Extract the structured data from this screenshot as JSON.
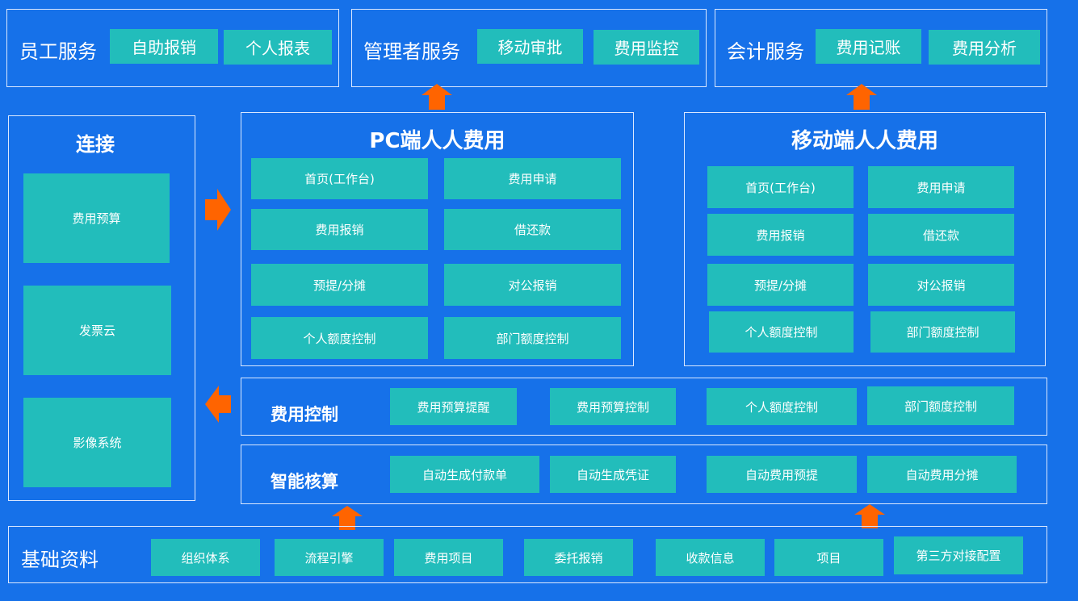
{
  "top": {
    "employee": {
      "title": "员工服务",
      "items": [
        "自助报销",
        "个人报表"
      ]
    },
    "manager": {
      "title": "管理者服务",
      "items": [
        "移动审批",
        "费用监控"
      ]
    },
    "accounting": {
      "title": "会计服务",
      "items": [
        "费用记账",
        "费用分析"
      ]
    }
  },
  "connect": {
    "title": "连接",
    "items": [
      "费用预算",
      "发票云",
      "影像系统"
    ]
  },
  "pc": {
    "title": "PC端人人费用",
    "items": [
      "首页(工作台)",
      "费用申请",
      "费用报销",
      "借还款",
      "预提/分摊",
      "对公报销",
      "个人额度控制",
      "部门额度控制"
    ]
  },
  "mobile": {
    "title": "移动端人人费用",
    "items": [
      "首页(工作台)",
      "费用申请",
      "费用报销",
      "借还款",
      "预提/分摊",
      "对公报销",
      "个人额度控制",
      "部门额度控制"
    ]
  },
  "control": {
    "title": "费用控制",
    "items": [
      "费用预算提醒",
      "费用预算控制",
      "个人额度控制",
      "部门额度控制"
    ]
  },
  "accounting_smart": {
    "title": "智能核算",
    "items": [
      "自动生成付款单",
      "自动生成凭证",
      "自动费用预提",
      "自动费用分摊"
    ]
  },
  "base": {
    "title": "基础资料",
    "items": [
      "组织体系",
      "流程引擎",
      "费用项目",
      "委托报销",
      "收款信息",
      "项目",
      "第三方对接配置"
    ]
  },
  "colors": {
    "background": "#1671e9",
    "tile": "#22bdbb",
    "arrow": "#ff6400"
  }
}
